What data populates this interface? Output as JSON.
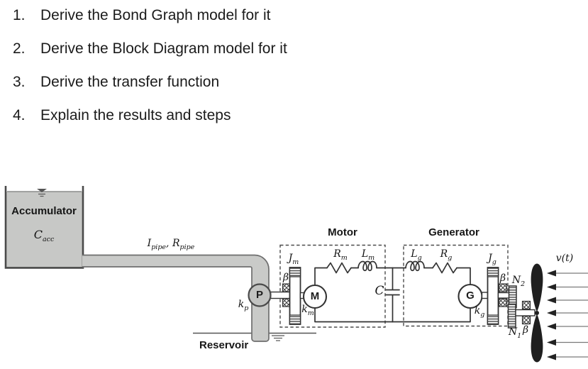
{
  "tasks": {
    "items": [
      {
        "num": "1.",
        "text": "Derive the Bond Graph model for it"
      },
      {
        "num": "2.",
        "text": "Derive the Block Diagram model for it"
      },
      {
        "num": "3.",
        "text": "Derive the transfer function"
      },
      {
        "num": "4.",
        "text": "Explain the results and steps"
      }
    ]
  },
  "diagram": {
    "accumulator": {
      "title": "Accumulator",
      "cap_main": "C",
      "cap_sub": "acc"
    },
    "pipe_label": {
      "i": "I",
      "i_sub": "pipe",
      "sep": ", ",
      "r": "R",
      "r_sub": "pipe"
    },
    "pump": {
      "letter": "P",
      "k_main": "k",
      "k_sub": "p"
    },
    "reservoir": {
      "title": "Reservoir"
    },
    "motor": {
      "title": "Motor",
      "letter": "M",
      "inertia_main": "J",
      "inertia_sub": "m",
      "bearing": "β",
      "k_main": "k",
      "k_sub": "m",
      "resistor_main": "R",
      "resistor_sub": "m",
      "inductor_main": "L",
      "inductor_sub": "m"
    },
    "capacitor": {
      "label": "C"
    },
    "generator": {
      "title": "Generator",
      "letter": "G",
      "inductor_main": "L",
      "inductor_sub": "g",
      "resistor_main": "R",
      "resistor_sub": "g",
      "inertia_main": "J",
      "inertia_sub": "g",
      "bearing": "β",
      "k_main": "k",
      "k_sub": "g"
    },
    "gears": {
      "n2_main": "N",
      "n2_sub": "2",
      "n1_main": "N",
      "n1_sub": "1",
      "bearing": "β"
    },
    "propeller": {
      "velocity_label": "v(t)"
    }
  },
  "colors": {
    "diagram_line": "#333333",
    "tank_fill": "#c7c8c6",
    "pipe_fill": "#c9cac8",
    "pump_fill": "#c2c3c1",
    "propeller_fill": "#1f1f1f",
    "text": "#1a1a1a"
  }
}
